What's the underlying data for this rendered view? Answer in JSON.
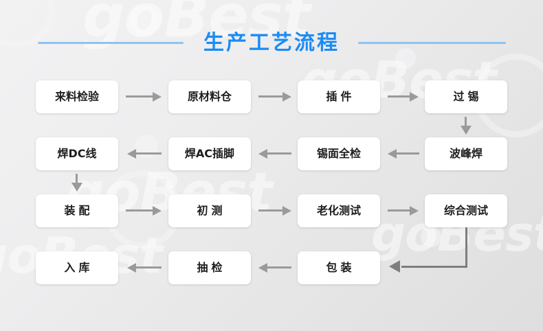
{
  "page": {
    "title": "生产工艺流程",
    "watermark_text": "goBest",
    "background_color": "#ebebec",
    "title_color": "#1a8cf5",
    "rule_color": "#8cc3f2",
    "box_color": "#ffffff",
    "arrow_color": "#9a9a9a",
    "connector_color": "#7e7e7e"
  },
  "flow": {
    "rows": [
      {
        "direction": "right",
        "steps": [
          {
            "label": "来料检验",
            "spaced": false
          },
          {
            "label": "原材料仓",
            "spaced": false
          },
          {
            "label": "插件",
            "spaced": true
          },
          {
            "label": "过锡",
            "spaced": true
          }
        ]
      },
      {
        "direction": "left",
        "steps": [
          {
            "label": "焊DC线",
            "spaced": false
          },
          {
            "label": "焊AC插脚",
            "spaced": false
          },
          {
            "label": "锡面全检",
            "spaced": false
          },
          {
            "label": "波峰焊",
            "spaced": false
          }
        ]
      },
      {
        "direction": "right",
        "steps": [
          {
            "label": "装配",
            "spaced": true
          },
          {
            "label": "初测",
            "spaced": true
          },
          {
            "label": "老化测试",
            "spaced": false
          },
          {
            "label": "综合测试",
            "spaced": false
          }
        ]
      },
      {
        "direction": "left",
        "steps": [
          {
            "label": "入库",
            "spaced": true
          },
          {
            "label": "抽检",
            "spaced": true
          },
          {
            "label": "包装",
            "spaced": true
          }
        ]
      }
    ],
    "vertical_connectors": [
      {
        "from": "过锡",
        "to": "波峰焊"
      },
      {
        "from": "焊DC线",
        "to": "装配"
      }
    ],
    "elbow_connectors": [
      {
        "from": "综合测试",
        "to": "包装"
      }
    ]
  }
}
